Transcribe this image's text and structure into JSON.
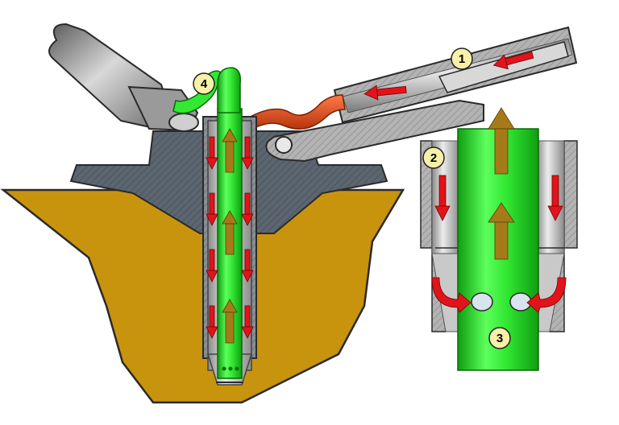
{
  "colors": {
    "background": "#ffffff",
    "terrain_fill": "#c8940e",
    "terrain_outline": "#2a2a2a",
    "block_fill": "#5c6670",
    "pipe_gray_light": "#d4d4d4",
    "pipe_gray_mid": "#a9a9a9",
    "pipe_gray_dark": "#6f6f6f",
    "inner_green": "#33e833",
    "inner_green_dark": "#0f9e0f",
    "hose_red": "#d64516",
    "arrow_red": "#e0141a",
    "arrow_gold": "#a57b1a",
    "callout_fill": "#f6f0a8",
    "callout_stroke": "#222222"
  },
  "callouts": [
    {
      "id": "1",
      "label": "1"
    },
    {
      "id": "2",
      "label": "2"
    },
    {
      "id": "3",
      "label": "3"
    },
    {
      "id": "4",
      "label": "4"
    }
  ]
}
